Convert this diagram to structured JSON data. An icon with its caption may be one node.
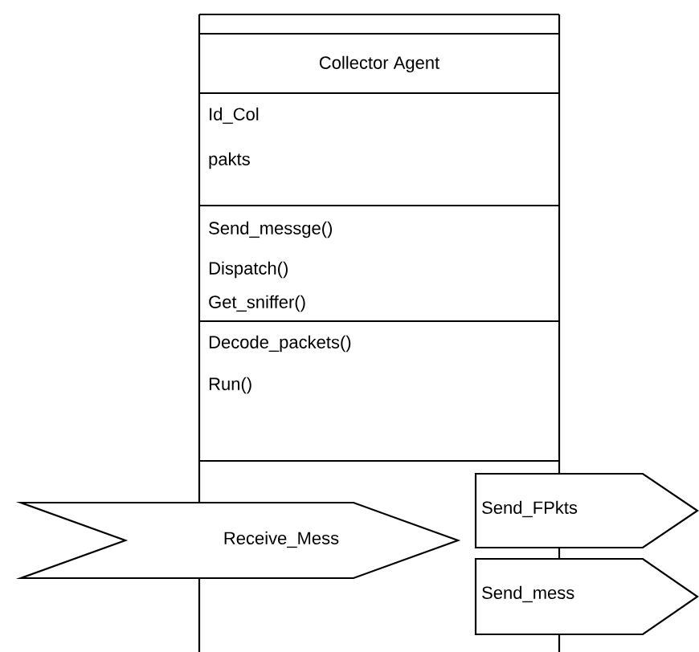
{
  "diagram": {
    "nodes": [
      {
        "text": [
          "Collector Agent",
          "Id_Col",
          "pakts",
          "Send_messge()",
          "Dispatch()",
          "Get_sniffer()",
          "Decode_packets()",
          "Run()"
        ]
      },
      {
        "text": [
          "Receive_Mess"
        ]
      },
      {
        "text": [
          "Send_FPkts"
        ]
      },
      {
        "text": [
          "Send_mess"
        ]
      }
    ]
  }
}
